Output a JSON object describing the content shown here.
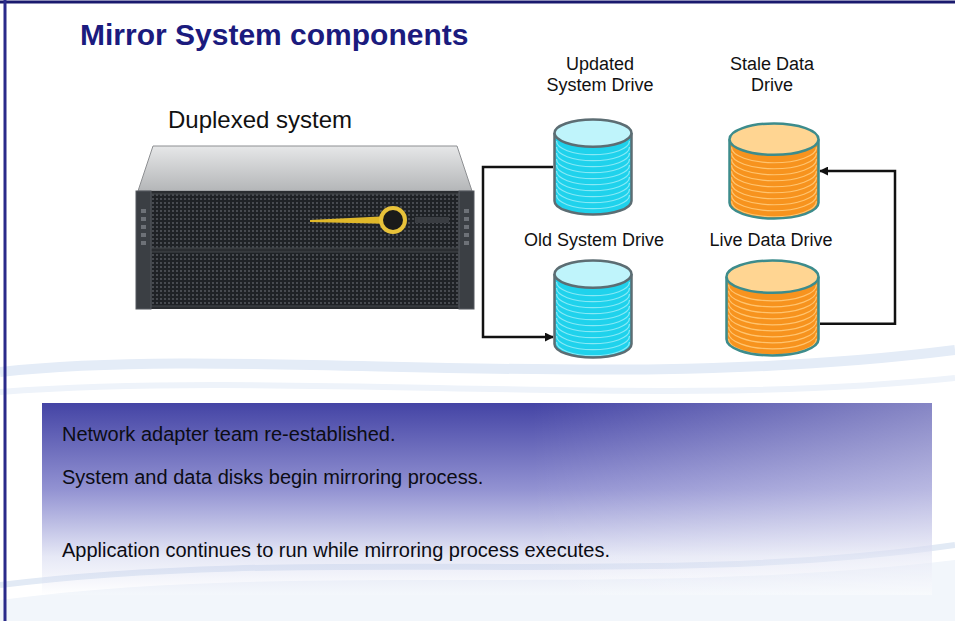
{
  "diagram": {
    "title": "Mirror System components",
    "nodes": [
      {
        "text": [
          "Duplexed system"
        ]
      },
      {
        "text": [
          "Updated System Drive"
        ]
      },
      {
        "text": [
          "Stale Data Drive"
        ]
      },
      {
        "text": [
          "Old System Drive"
        ]
      },
      {
        "text": [
          "Live Data Drive"
        ]
      },
      {
        "text": [
          "Network adapter team re-established.",
          "System and data disks begin mirroring process.",
          "Application continues to run while mirroring process executes."
        ]
      }
    ],
    "edges": [
      {
        "from": 1,
        "to": 3,
        "arrow": "to"
      },
      {
        "from": 4,
        "to": 2,
        "arrow": "to"
      }
    ]
  }
}
